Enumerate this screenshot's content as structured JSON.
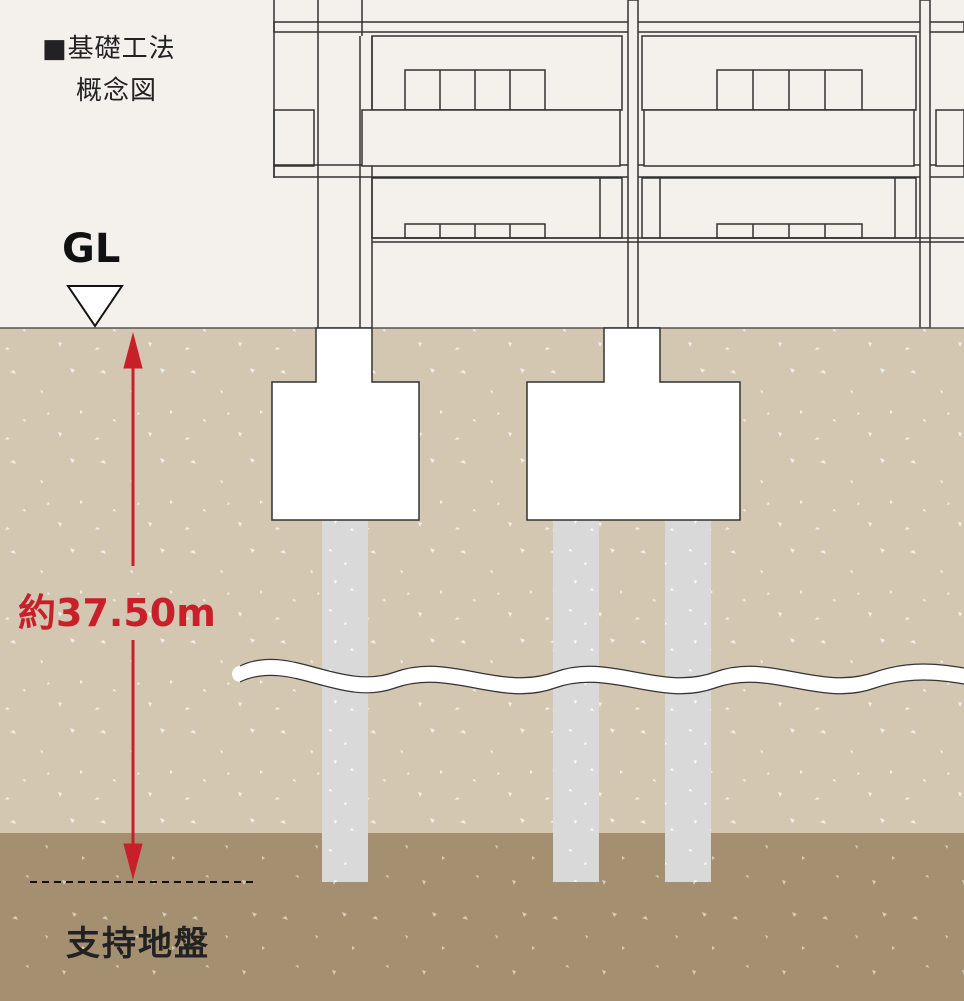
{
  "title": {
    "line1": "■基礎工法",
    "line2": "概念図"
  },
  "ground_level_label": "GL",
  "depth_label": "約37.50m",
  "bearing_layer_label": "支持地盤",
  "colors": {
    "sky": "#f4f1ec",
    "soil_upper": "#d3c7b2",
    "soil_bearing": "#a48f70",
    "pile": "#d9d9d9",
    "dimension_red": "#c8202a",
    "building_line": "#333333"
  },
  "icons": [
    "gl-marker-triangle-icon",
    "dimension-arrow-icon"
  ]
}
